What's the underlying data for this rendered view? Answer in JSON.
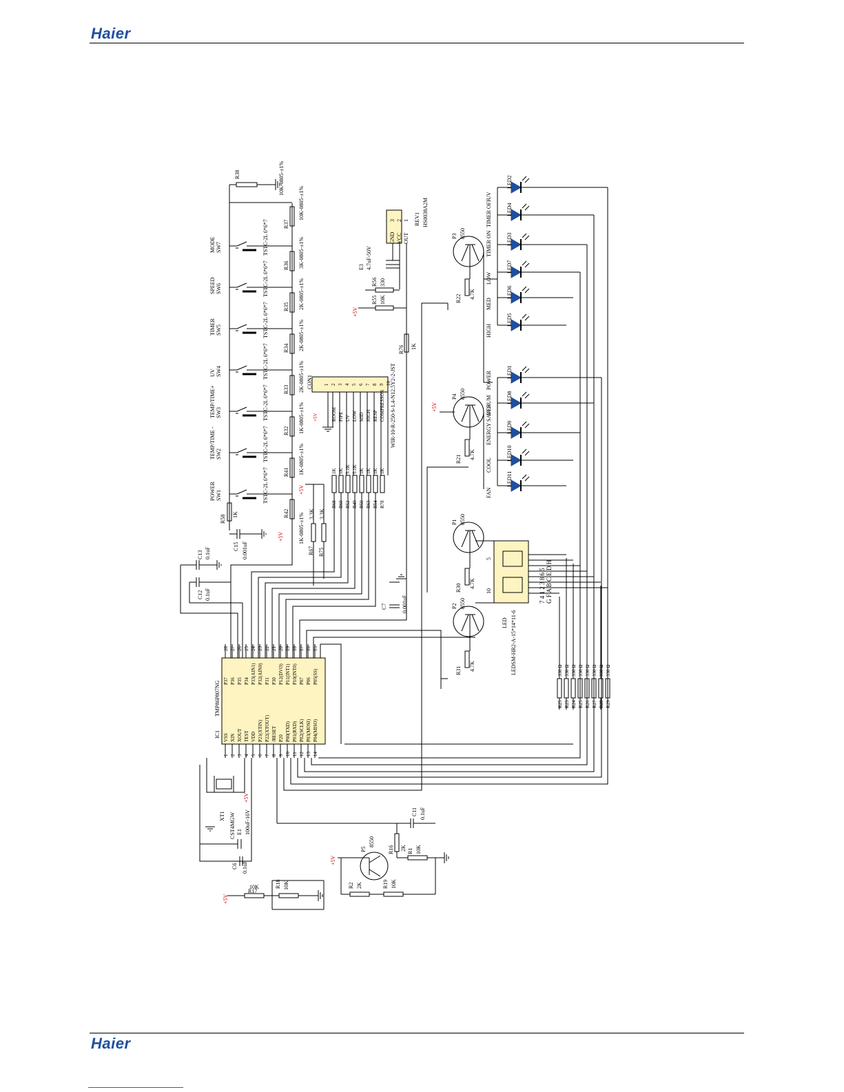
{
  "header": {
    "logo": "Haier"
  },
  "footer": {
    "logo": "Haier"
  },
  "schematic": {
    "ic": {
      "ref": "IC1",
      "part": "TMP86P807NG",
      "left_pins": [
        "VSS",
        "XIN",
        "XOUT",
        "TEST",
        "VDD",
        "P21(XTIN)",
        "P22(XTOUT)",
        "/RESET",
        "P20",
        "P00(TXD)",
        "P01(RXD)",
        "P02(SCLK)",
        "P03(MOSI)",
        "P04(MISO)"
      ],
      "right_pins": [
        "P37",
        "P36",
        "P35",
        "P34",
        "P33(AIN1)",
        "P32(AIN0)",
        "P31",
        "P30",
        "P12(DVO)",
        "P11(INT1)",
        "P10(INT0)",
        "P07",
        "P06",
        "P05(SS)"
      ],
      "left_nums": [
        "1",
        "2",
        "3",
        "4",
        "5",
        "6",
        "7",
        "8",
        "9",
        "10",
        "11",
        "12",
        "13",
        "14"
      ],
      "right_nums": [
        "28",
        "27",
        "26",
        "25",
        "24",
        "23",
        "22",
        "21",
        "20",
        "19",
        "18",
        "17",
        "16",
        "15"
      ]
    },
    "switches": [
      {
        "ref": "SW1",
        "name": "POWER",
        "part": "TSTC-2L 6*6*7"
      },
      {
        "ref": "SW2",
        "name": "TEMP/TIME -",
        "part": "TSTC-2L 6*6*7"
      },
      {
        "ref": "SW3",
        "name": "TEMP/TIME+",
        "part": "TSTC-2L 6*6*7"
      },
      {
        "ref": "SW4",
        "name": "UV",
        "part": "TSTC-2L 6*6*7"
      },
      {
        "ref": "SW5",
        "name": "TIMER",
        "part": "TSTC-2L 6*6*7"
      },
      {
        "ref": "SW6",
        "name": "SPEED",
        "part": "TSTC-2L 6*6*7"
      },
      {
        "ref": "SW7",
        "name": "MODE",
        "part": "TSTC-2L 6*6*7"
      }
    ],
    "ladder_resistors": [
      {
        "ref": "R42",
        "value": "1K-0805-±1%"
      },
      {
        "ref": "R41",
        "value": "1K-0805-±1%"
      },
      {
        "ref": "R32",
        "value": "1K-0805-±1%"
      },
      {
        "ref": "R33",
        "value": "2K-0805-±1%"
      },
      {
        "ref": "R34",
        "value": "2K-0805-±1%"
      },
      {
        "ref": "R35",
        "value": "2K-0805-±1%"
      },
      {
        "ref": "R36",
        "value": "3K-0805-±1%"
      },
      {
        "ref": "R37",
        "value": "10K-0805-±1%"
      },
      {
        "ref": "R38",
        "value": "10K-0805-±1%"
      }
    ],
    "r58": {
      "ref": "R58",
      "value": "1K"
    },
    "connector": {
      "ref": "CON1",
      "part": "WIR-10-R-250-S-1.4-N12.5Y2-2-JST",
      "pins": [
        "1",
        "2",
        "3",
        "4",
        "5",
        "6",
        "7",
        "8",
        "9",
        "10"
      ],
      "signals": [
        "+5V",
        "ROOM",
        "PIPE",
        "UV",
        "LOW",
        "MID",
        "HIGH",
        "RESP",
        "COMPRESSOR"
      ]
    },
    "series_resistors": [
      {
        "ref": "R68",
        "value": "1K"
      },
      {
        "ref": "R60",
        "value": "1K"
      },
      {
        "ref": "R52",
        "value": "5.1K"
      },
      {
        "ref": "R49",
        "value": "5.1K"
      },
      {
        "ref": "R50",
        "value": "1K"
      },
      {
        "ref": "R63",
        "value": "1K"
      },
      {
        "ref": "R54",
        "value": "1K"
      },
      {
        "ref": "R78",
        "value": "1K"
      }
    ],
    "pullups": [
      {
        "ref": "R67",
        "value": "3.3K"
      },
      {
        "ref": "R75",
        "value": "3.3K"
      }
    ],
    "receiver": {
      "ref": "REV1",
      "part": "HS0038A2M",
      "pins": [
        "3",
        "2",
        "1"
      ],
      "pin_names": [
        "GND",
        "VCC",
        "OUT"
      ]
    },
    "e3": {
      "ref": "E3",
      "value": "4.7uF-50V"
    },
    "r56": {
      "ref": "R56",
      "value": "330"
    },
    "r55": {
      "ref": "R55",
      "value": "10K"
    },
    "r76": {
      "ref": "R76",
      "value": "1K"
    },
    "transistors": [
      {
        "ref": "P3",
        "part": "8550",
        "base": {
          "ref": "R22",
          "value": "4.7K"
        }
      },
      {
        "ref": "P4",
        "part": "8550",
        "base": {
          "ref": "R21",
          "value": "4.7K"
        }
      },
      {
        "ref": "P1",
        "part": "8550",
        "base": {
          "ref": "R30",
          "value": "4.7K"
        }
      },
      {
        "ref": "P2",
        "part": "8550",
        "base": {
          "ref": "R31",
          "value": "4.7K"
        }
      },
      {
        "ref": "P5",
        "part": "8550"
      }
    ],
    "leds_top": [
      {
        "ref": "LED2",
        "label": "UV"
      },
      {
        "ref": "LED4",
        "label": "TIMER OFF"
      },
      {
        "ref": "LED3",
        "label": "TIMER ON"
      },
      {
        "ref": "LED7",
        "label": "LOW"
      },
      {
        "ref": "LED6",
        "label": "MED"
      },
      {
        "ref": "LED5",
        "label": "HIGH"
      }
    ],
    "leds_bottom": [
      {
        "ref": "LED1",
        "label": "POWER"
      },
      {
        "ref": "LED8",
        "label": "DEHUM"
      },
      {
        "ref": "LED9",
        "label": "ENERGY SAVER"
      },
      {
        "ref": "LED10",
        "label": "COOL"
      },
      {
        "ref": "LED11",
        "label": "FAN"
      }
    ],
    "display": {
      "ref": "LED",
      "part": "LEDSM-HR2-A-15*14*11-6",
      "pins_left": "G F A B C E D H",
      "pins_nums": "7 4 1 2 3 8 6 5",
      "digit_a": "5",
      "digit_b": "10"
    },
    "seg_resistors": [
      {
        "ref": "R23",
        "value": "330 Ω"
      },
      {
        "ref": "R24",
        "value": "330 Ω"
      },
      {
        "ref": "R25",
        "value": "330 Ω"
      },
      {
        "ref": "R26",
        "value": "330 Ω"
      },
      {
        "ref": "R27",
        "value": "330 Ω"
      },
      {
        "ref": "R28",
        "value": "330 Ω"
      },
      {
        "ref": "R29",
        "value": "330 Ω"
      },
      {
        "ref": "R25",
        "value": "330 Ω"
      }
    ],
    "caps": {
      "C13": {
        "ref": "C13",
        "value": "0.1uF"
      },
      "C12": {
        "ref": "C12",
        "value": "0.1uF"
      },
      "C15": {
        "ref": "C15",
        "value": "0.001uF"
      },
      "C7": {
        "ref": "C7",
        "value": "0.001uF"
      },
      "C11": {
        "ref": "C11",
        "value": "0.1uF"
      },
      "C6": {
        "ref": "C6",
        "value": "0.1uF"
      },
      "E1": {
        "ref": "E1",
        "value": "100uF-16V"
      }
    },
    "xtal": {
      "ref": "XT1",
      "part": "CST4MGW"
    },
    "reset": {
      "R16": {
        "ref": "R16",
        "value": "2K"
      },
      "R1": {
        "ref": "R1",
        "value": "10K"
      },
      "R2": {
        "ref": "R2",
        "value": "2K"
      },
      "R19": {
        "ref": "R19",
        "value": "10K"
      },
      "R17": {
        "ref": "R17",
        "value": "10K"
      },
      "R18": {
        "ref": "R18",
        "value": "10K"
      }
    },
    "supply_label": "+5V"
  }
}
